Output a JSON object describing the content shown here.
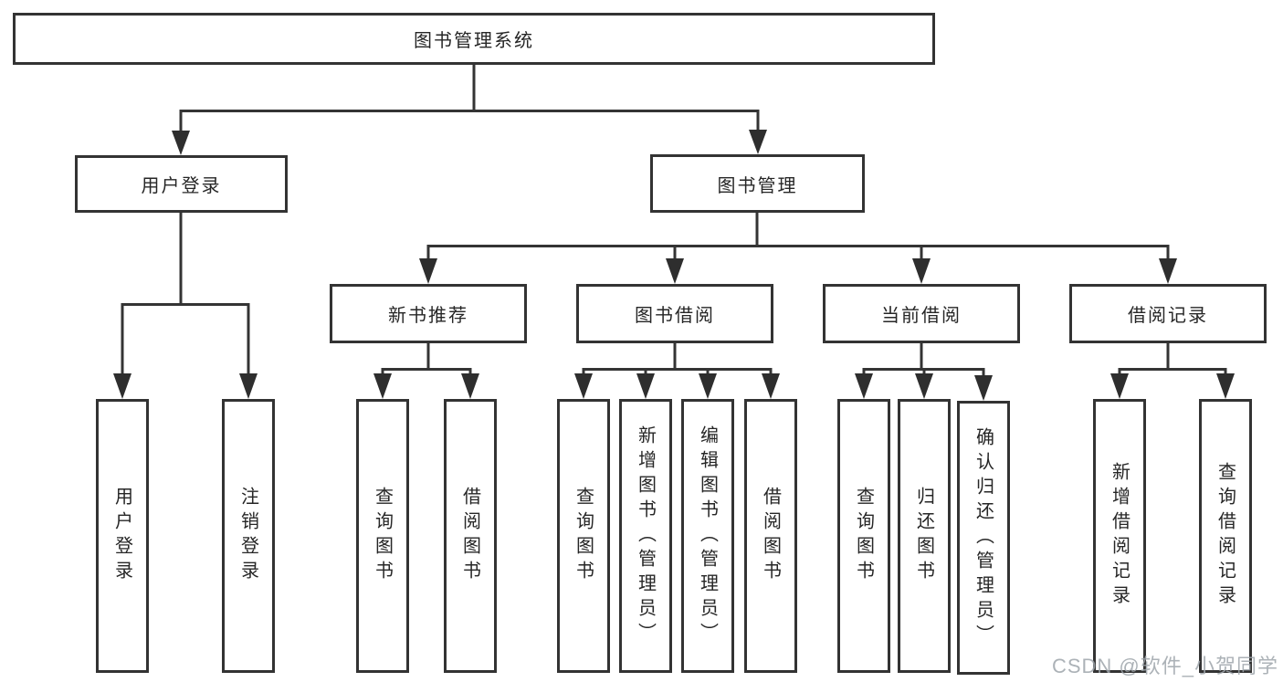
{
  "diagram": {
    "title": "图书管理系统",
    "level2": [
      {
        "label": "用户登录",
        "children": [
          "用户登录",
          "注销登录"
        ]
      },
      {
        "label": "图书管理"
      }
    ],
    "level3": [
      {
        "label": "新书推荐",
        "children": [
          "查询图书",
          "借阅图书"
        ]
      },
      {
        "label": "图书借阅",
        "children": [
          "查询图书",
          "新增图书（管理员）",
          "编辑图书（管理员）",
          "借阅图书"
        ]
      },
      {
        "label": "当前借阅",
        "children": [
          "查询图书",
          "归还图书",
          "确认归还（管理员）"
        ]
      },
      {
        "label": "借阅记录",
        "children": [
          "新增借阅记录",
          "查询借阅记录"
        ]
      }
    ]
  },
  "watermark": "CSDN @软件_小贺同学",
  "colors": {
    "line": "#343434",
    "box_border": "#333333",
    "box_background": "#ffffff",
    "text": "#262626",
    "watermark": "#9ea4aa",
    "background": "#ffffff"
  }
}
